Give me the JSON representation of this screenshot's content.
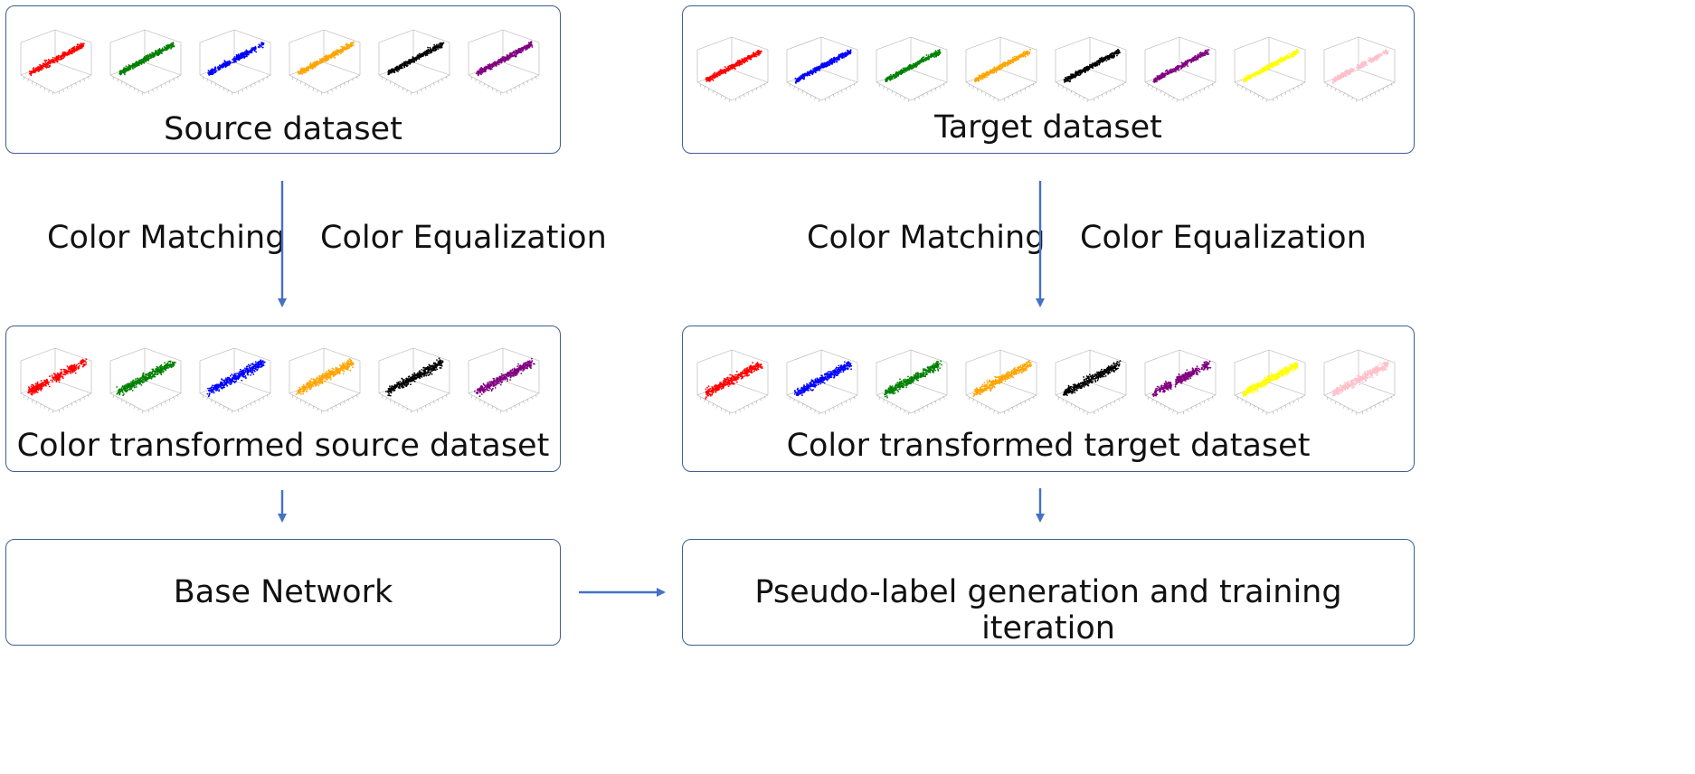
{
  "source": {
    "label": "Source dataset",
    "transformed_label": "Color transformed source dataset",
    "cloud_colors": [
      "#ff0000",
      "#008000",
      "#0000ff",
      "#ffa500",
      "#000000",
      "#800080"
    ]
  },
  "target": {
    "label": "Target dataset",
    "transformed_label": "Color transformed target dataset",
    "cloud_colors": [
      "#ff0000",
      "#0000ff",
      "#008000",
      "#ffa500",
      "#000000",
      "#800080",
      "#ffff00",
      "#ffc0cb"
    ]
  },
  "operations": {
    "matching": "Color Matching",
    "equalization": "Color Equalization"
  },
  "network": {
    "base": "Base Network",
    "pseudo": "Pseudo-label generation and training iteration"
  },
  "colors": {
    "arrow": "#4472c4",
    "border": "#3f5f8f"
  }
}
